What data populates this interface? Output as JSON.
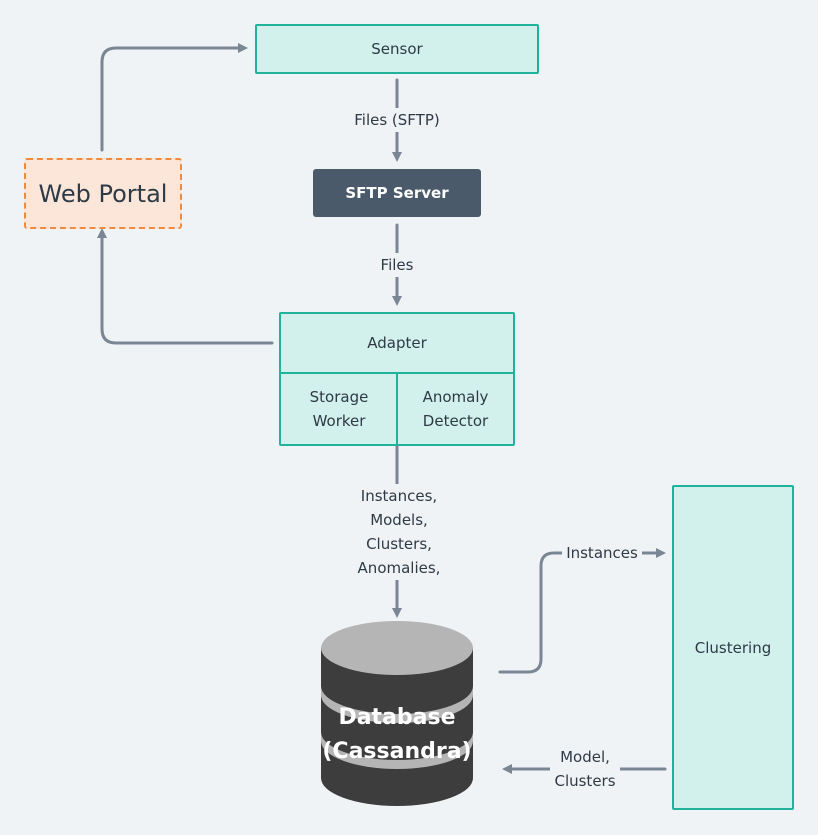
{
  "nodes": {
    "sensor": "Sensor",
    "sftp_server": "SFTP Server",
    "web_portal": "Web Portal",
    "adapter": "Adapter",
    "storage_worker": [
      "Storage",
      "Worker"
    ],
    "anomaly_detector": [
      "Anomaly",
      "Detector"
    ],
    "database": [
      "Database",
      "(Cassandra)"
    ],
    "clustering": "Clustering"
  },
  "edges": {
    "sensor_to_sftp": "Files (SFTP)",
    "sftp_to_adapter": "Files",
    "adapter_to_db": [
      "Instances,",
      "Models,",
      "Clusters,",
      "Anomalies,"
    ],
    "db_to_clustering": "Instances",
    "clustering_to_db": [
      "Model,",
      "Clusters"
    ]
  },
  "colors": {
    "teal_fill": "#d2f0ec",
    "teal_border": "#20b39c",
    "sftp_fill": "#4a5a6a",
    "portal_fill": "#fbe6d9",
    "portal_border": "#f08a3e",
    "arrow": "#7a8694",
    "db_body": "#3d3d3d",
    "db_top": "#b5b5b5"
  }
}
